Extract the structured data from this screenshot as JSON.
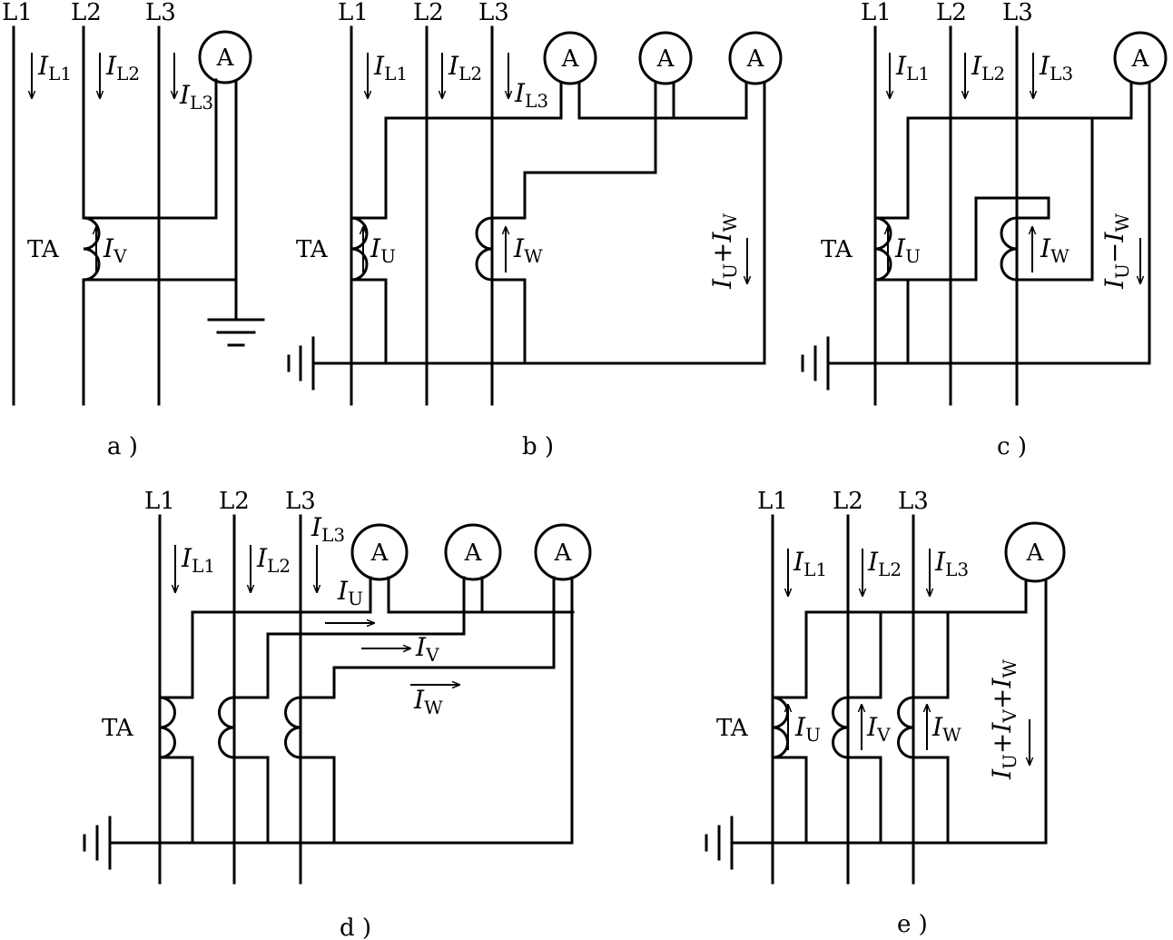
{
  "phases": [
    "L1",
    "L2",
    "L3"
  ],
  "meter_label": "A",
  "ta_label": "TA",
  "current_symbol": "I",
  "diagrams": {
    "a": {
      "caption": "a )",
      "line_currents": [
        "L1",
        "L2",
        "L3"
      ],
      "coil_currents": [
        "V"
      ],
      "return_current": []
    },
    "b": {
      "caption": "b )",
      "line_currents": [
        "L1",
        "L2",
        "L3"
      ],
      "coil_currents": [
        "U",
        "W"
      ],
      "return_current": [
        "U",
        "+",
        "W"
      ]
    },
    "c": {
      "caption": "c )",
      "line_currents": [
        "L1",
        "L2",
        "L3"
      ],
      "coil_currents": [
        "U",
        "W"
      ],
      "return_current": [
        "U",
        "−",
        "W"
      ]
    },
    "d": {
      "caption": "d )",
      "line_currents": [
        "L1",
        "L2",
        "L3"
      ],
      "coil_currents": [
        "U",
        "V",
        "W"
      ],
      "return_current": []
    },
    "e": {
      "caption": "e )",
      "line_currents": [
        "L1",
        "L2",
        "L3"
      ],
      "coil_currents": [
        "U",
        "V",
        "W"
      ],
      "return_current": [
        "U",
        "+",
        "V",
        "+",
        "W"
      ]
    }
  }
}
